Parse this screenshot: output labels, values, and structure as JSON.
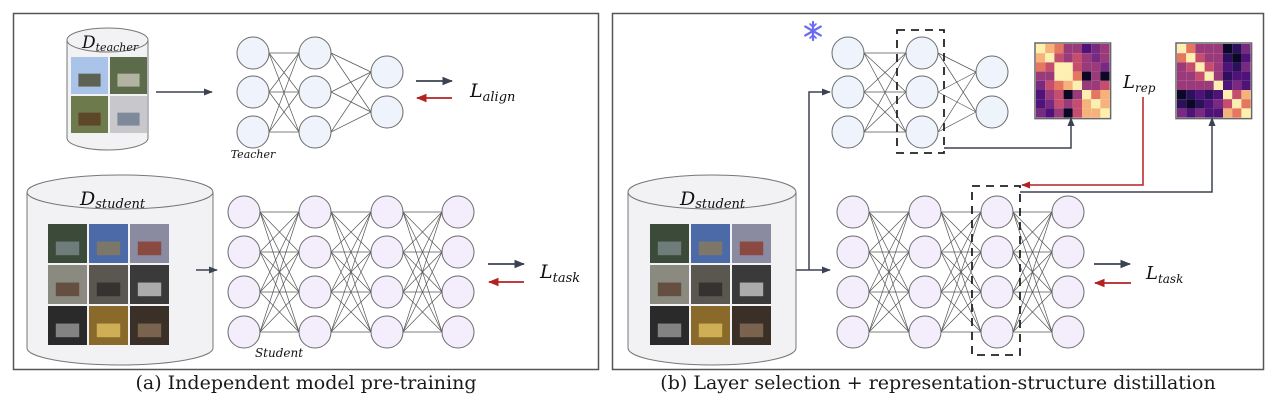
{
  "panels": [
    {
      "id": "a",
      "caption": "(a) Independent model pre-training",
      "teacher_dataset": {
        "symbol": "D",
        "subscript": "teacher",
        "image_count": 4
      },
      "teacher_network": {
        "label": "Teacher",
        "layers": [
          3,
          3,
          2
        ]
      },
      "teacher_loss": {
        "symbol": "L",
        "subscript": "align"
      },
      "student_dataset": {
        "symbol": "D",
        "subscript": "student",
        "image_count": 9
      },
      "student_network": {
        "label": "Student",
        "layers": [
          4,
          4,
          4,
          4
        ]
      },
      "student_loss": {
        "symbol": "L",
        "subscript": "task"
      }
    },
    {
      "id": "b",
      "caption": "(b) Layer selection + representation-structure distillation",
      "frozen_icon": "snowflake-icon",
      "teacher_network": {
        "layers": [
          3,
          3,
          2
        ],
        "selected_layer": 1,
        "frozen": true
      },
      "student_dataset": {
        "symbol": "D",
        "subscript": "student",
        "image_count": 9
      },
      "student_network": {
        "layers": [
          4,
          4,
          4,
          4
        ],
        "selected_layer": 2
      },
      "rep_loss": {
        "symbol": "L",
        "subscript": "rep"
      },
      "task_loss": {
        "symbol": "L",
        "subscript": "task"
      },
      "heatmaps": [
        {
          "name": "teacher-similarity-matrix",
          "size": 8
        },
        {
          "name": "student-similarity-matrix",
          "size": 8
        }
      ]
    }
  ],
  "colors": {
    "forward_arrow": "#3b4252",
    "backward_arrow": "#b22222",
    "teacher_node_fill": "#eef3fc",
    "student_node_fill": "#f4eefc",
    "node_stroke": "#6b6b6b",
    "panel_border": "#555555",
    "cylinder_fill": "#f2f2f4",
    "snowflake": "#6b6bf2"
  }
}
